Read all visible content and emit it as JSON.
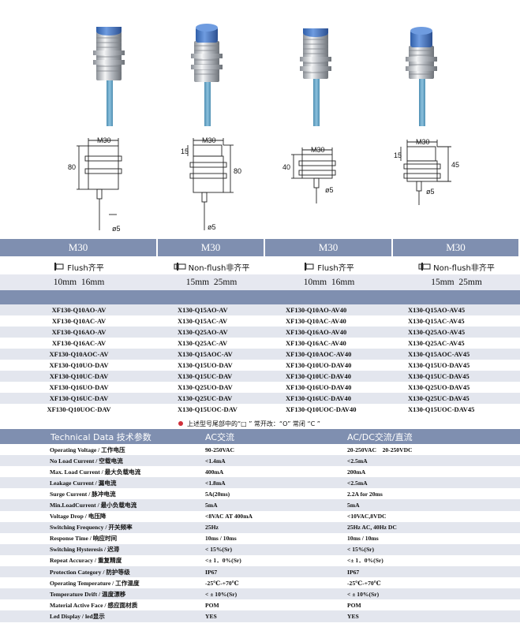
{
  "drawings": {
    "m30_label": "M30",
    "dim_80": "80",
    "dim_15": "15",
    "dim_40": "40",
    "dim_45": "45",
    "dim_phi5": "ø5"
  },
  "models": [
    "M30",
    "M30",
    "M30",
    "M30"
  ],
  "types": [
    {
      "label": "Flush齐平",
      "icon": "flush-icon"
    },
    {
      "label": "Non-flush非齐平",
      "icon": "non-flush-icon"
    },
    {
      "label": "Flush齐平",
      "icon": "flush-icon"
    },
    {
      "label": "Non-flush非齐平",
      "icon": "non-flush-icon"
    }
  ],
  "ranges": [
    "10mm  16mm",
    "15mm  25mm",
    "10mm  16mm",
    "15mm  25mm"
  ],
  "part_numbers": [
    [
      "XF130-Q10AO-AV",
      "X130-Q15AO-AV",
      "XF130-Q10AO-AV40",
      "X130-Q15AO-AV45"
    ],
    [
      "XF130-Q10AC-AV",
      "X130-Q15AC-AV",
      "XF130-Q10AC-AV40",
      "X130-Q15AC-AV45"
    ],
    [
      "XF130-Q16AO-AV",
      "X130-Q25AO-AV",
      "XF130-Q16AO-AV40",
      "X130-Q25AO-AV45"
    ],
    [
      "XF130-Q16AC-AV",
      "X130-Q25AC-AV",
      "XF130-Q16AC-AV40",
      "X130-Q25AC-AV45"
    ],
    [
      "XF130-Q10AOC-AV",
      "X130-Q15AOC-AV",
      "XF130-Q10AOC-AV40",
      "X130-Q15AOC-AV45"
    ],
    [
      "XF130-Q10UO-DAV",
      "X130-Q15UO-DAV",
      "XF130-Q10UO-DAV40",
      "X130-Q15UO-DAV45"
    ],
    [
      "XF130-Q10UC-DAV",
      "X130-Q15UC-DAV",
      "XF130-Q10UC-DAV40",
      "X130-Q15UC-DAV45"
    ],
    [
      "XF130-Q16UO-DAV",
      "X130-Q25UO-DAV",
      "XF130-Q16UO-DAV40",
      "X130-Q25UO-DAV45"
    ],
    [
      "XF130-Q16UC-DAV",
      "X130-Q25UC-DAV",
      "XF130-Q16UC-DAV40",
      "X130-Q25UC-DAV45"
    ],
    [
      "XF130-Q10UOC-DAV",
      "X130-Q15UOC-DAV",
      "XF130-Q10UOC-DAV40",
      "X130-Q15UOC-DAV45"
    ]
  ],
  "note": "上述型号尾部中的“□ ”   常开改：“O”   常闭 “C ”",
  "note_color": "#d0303a",
  "tech_header": [
    "Technical Data 技术参数",
    "AC交流",
    "AC/DC交流/直流"
  ],
  "specs": [
    [
      "Operating Voltage / 工作电压",
      "90-250VAC",
      "20-250VAC    20-250VDC"
    ],
    [
      "No Load Current / 空载电流",
      "<1.4mA",
      "<2.5mA"
    ],
    [
      "Max. Load Current / 最大负载电流",
      "400mA",
      "200mA"
    ],
    [
      "Leakage Current / 漏电流",
      "<1.8mA",
      "<2.5mA"
    ],
    [
      "Surge Current / 脉冲电流",
      "5A(20ms)",
      "2.2A for 20ms"
    ],
    [
      "Min.LoadCurrent / 最小负载电流",
      "5mA",
      "5mA"
    ],
    [
      "Voltage Drop / 电压降",
      "<8VAC AT 400mA",
      "<10VAC,8VDC"
    ],
    [
      "Switching Frequency / 开关频率",
      "25Hz",
      "25Hz AC, 40Hz DC"
    ],
    [
      "Response Time / 响应时间",
      "10ms / 10ms",
      "10ms / 10ms"
    ],
    [
      "Switching Hysteresis / 迟滞",
      "< 15%(Sr)",
      "< 15%(Sr)"
    ],
    [
      "Repeat Accuracy / 重复精度",
      "<± 1．0%(Sr)",
      "<± 1．0%(Sr)"
    ],
    [
      "Protection Category / 防护等级",
      "IP67",
      "IP67"
    ],
    [
      "Operating Temperature / 工作温度",
      "-25℃-+70℃",
      "-25℃-+70℃"
    ],
    [
      "Temperature Drift / 温度漂移",
      "< ± 10%(Sr)",
      "< ± 10%(Sr)"
    ],
    [
      "Material Active Face / 感应面材质",
      "POM",
      "POM"
    ],
    [
      "Led Display / led显示",
      "YES",
      "YES"
    ]
  ],
  "colors": {
    "header_band": "#7f8fb0",
    "row_alt": "#e3e6ee",
    "cable": "#6ea8c8",
    "cap": "#4a7fc8"
  }
}
